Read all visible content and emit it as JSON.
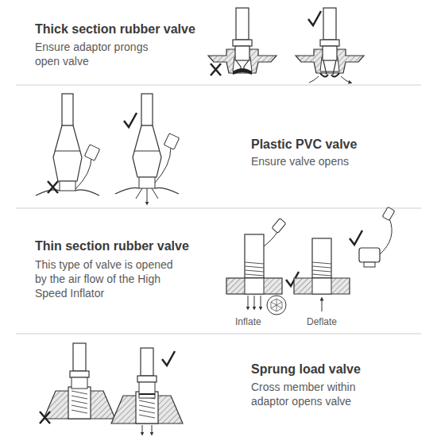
{
  "diagram": {
    "labels": [
      "Thick section rubber valve",
      "Ensure adaptor prongs open valve",
      "Plastic PVC valve",
      "Ensure valve opens",
      "Thin section rubber valve",
      "This type of valve is opened by the air flow of the High Speed Inflator",
      "Inflate",
      "Deflate",
      "Sprung load valve",
      "Cross member within adaptor opens valve"
    ]
  }
}
